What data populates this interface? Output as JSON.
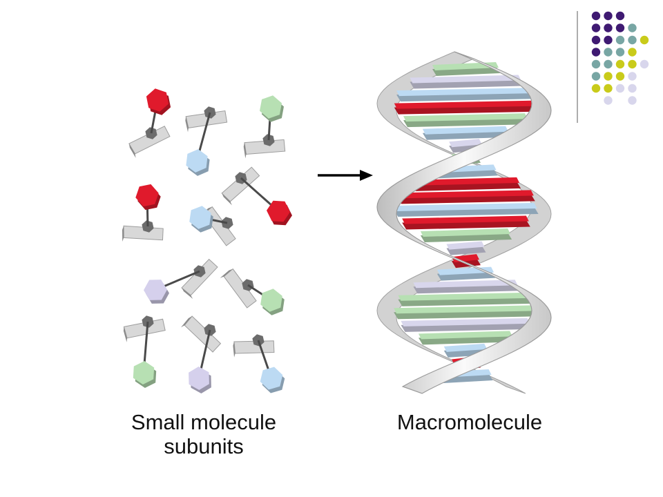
{
  "colors": {
    "purple": "#3f1a72",
    "teal": "#78a6a4",
    "yellow": "#c9cb1a",
    "lavender": "#d8d6ec",
    "red": "#e01a2c",
    "green": "#b7e0b3",
    "blue": "#bcdaf3",
    "light_purple": "#d5d0ec",
    "grey": "#9a9a9a",
    "arrow": "#000000"
  },
  "dot_grid": [
    [
      "purple",
      "purple",
      "purple",
      null,
      null
    ],
    [
      "purple",
      "purple",
      "purple",
      "teal",
      null
    ],
    [
      "purple",
      "purple",
      "teal",
      "teal",
      "yellow"
    ],
    [
      "purple",
      "teal",
      "teal",
      "yellow",
      null
    ],
    [
      "teal",
      "teal",
      "yellow",
      "yellow",
      "lavender"
    ],
    [
      "teal",
      "yellow",
      "yellow",
      "lavender",
      null
    ],
    [
      "yellow",
      "yellow",
      "lavender",
      "lavender",
      null
    ],
    [
      null,
      "lavender",
      null,
      "lavender",
      null
    ]
  ],
  "captions": {
    "left": [
      "Small molecule",
      "subunits"
    ],
    "right": "Macromolecule"
  },
  "subunits": [
    {
      "base": "red"
    },
    {
      "base": "blue"
    },
    {
      "base": "green"
    },
    {
      "base": "red"
    },
    {
      "base": "red"
    },
    {
      "base": "blue"
    },
    {
      "base": "red"
    },
    {
      "base": "light_purple"
    },
    {
      "base": "green"
    },
    {
      "base": "green"
    },
    {
      "base": "light_purple"
    },
    {
      "base": "blue"
    }
  ],
  "helix_rungs": [
    "green",
    "lavender",
    "blue",
    "red",
    "green",
    "blue",
    "lavender",
    "green",
    "blue",
    "red",
    "red",
    "blue",
    "red",
    "green",
    "lavender",
    "red",
    "blue",
    "lavender",
    "green",
    "green",
    "lavender",
    "green",
    "blue",
    "red",
    "blue"
  ]
}
